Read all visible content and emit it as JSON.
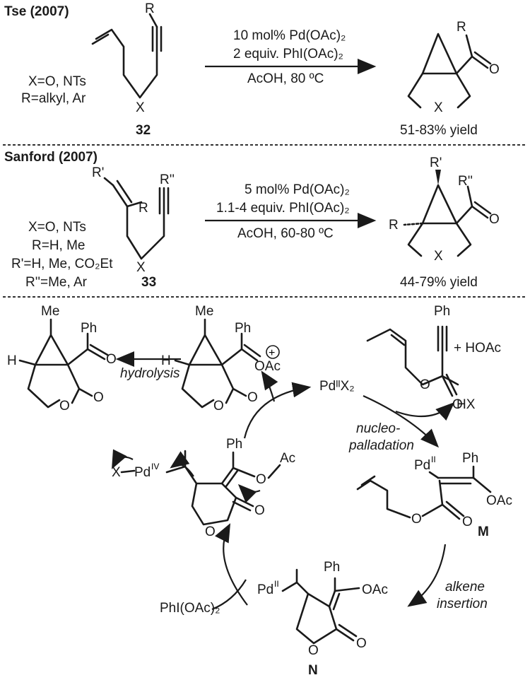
{
  "sections": {
    "tse": {
      "title": "Tse (2007)",
      "conditions": [
        "10 mol% Pd(OAc)₂",
        "2 equiv. PhI(OAc)₂",
        "AcOH, 80 ºC"
      ],
      "substituents": [
        "X=O, NTs",
        "R=alkyl, Ar"
      ],
      "compound": "32",
      "yield": "51-83% yield"
    },
    "sanford": {
      "title": "Sanford (2007)",
      "conditions": [
        "5 mol% Pd(OAc)₂",
        "1.1-4 equiv. PhI(OAc)₂",
        "AcOH, 60-80 ºC"
      ],
      "substituents": [
        "X=O, NTs",
        "R=H, Me",
        "R'=H, Me, CO₂Et",
        "R''=Me, Ar"
      ],
      "compound": "33",
      "yield": "44-79% yield"
    }
  },
  "mechanism": {
    "steps": {
      "hydrolysis": "hydrolysis",
      "nucleopalladation_1": "nucleo-",
      "nucleopalladation_2": "palladation",
      "alkene_1": "alkene",
      "alkene_2": "insertion"
    },
    "species": {
      "catalyst": "PdᴵᴵX₂",
      "byproduct_hx": "HX",
      "additive": "+ HOAc",
      "oxidant": "PhI(OAc)₂",
      "intermediate_m": "M",
      "intermediate_n": "N"
    }
  }
}
